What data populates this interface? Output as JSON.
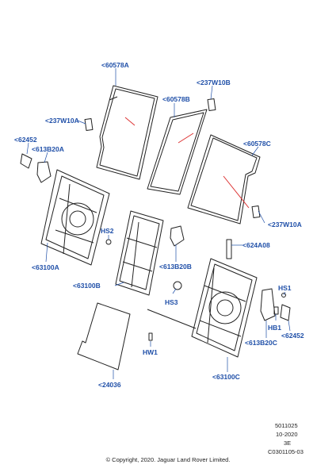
{
  "callouts": {
    "c60578A": "<60578A",
    "c237W10B": "<237W10B",
    "c60578B": "<60578B",
    "c237W10A_top": "<237W10A",
    "c62452_left": "<62452",
    "c613B20A": "<613B20A",
    "c60578C": "<60578C",
    "c237W10A_right": "<237W10A",
    "cHS2": "HS2",
    "c624A08": "<624A08",
    "c63100A": "<63100A",
    "c613B20B": "<613B20B",
    "c63100B": "<63100B",
    "cHS3": "HS3",
    "cHS1": "HS1",
    "cHB1": "HB1",
    "c62452_right": "<62452",
    "c613B20C": "<613B20C",
    "cHW1": "HW1",
    "c63100C": "<63100C",
    "c24036": "<24036"
  },
  "reference": {
    "code": "5011025",
    "date": "10-2020",
    "rev": "3E",
    "image_id": "C0301105-03"
  },
  "copyright": "© Copyright, 2020. Jaguar Land Rover Limited."
}
